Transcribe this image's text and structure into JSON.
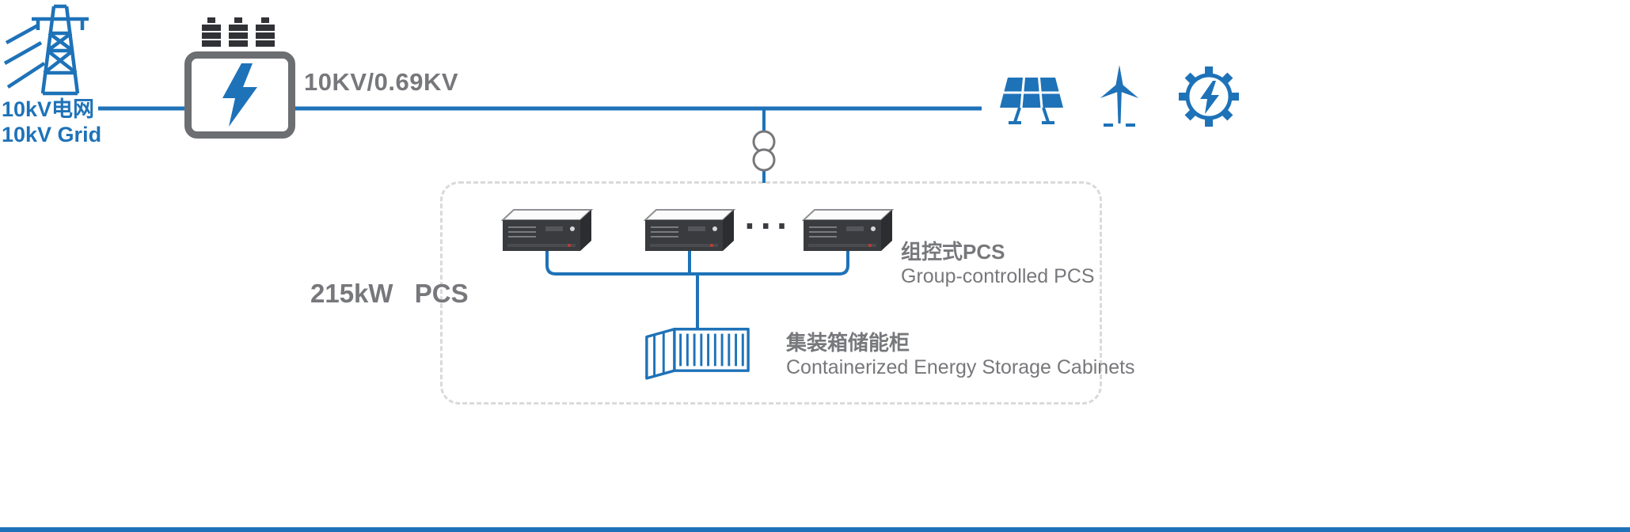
{
  "colors": {
    "blue": "#1E72B8",
    "gray_text": "#77787B",
    "dark": "#3A3B3F",
    "transformer_gray": "#6D6E71",
    "dashed_border": "#DADADB"
  },
  "grid": {
    "label_cn": "10kV电网",
    "label_en": "10kV Grid"
  },
  "transformer": {
    "ratio": "10KV/0.69KV"
  },
  "pcs": {
    "power_label": "215kW PCS",
    "ellipsis": "···",
    "group_label_cn": "组控式PCS",
    "group_label_en": "Group-controlled PCS"
  },
  "storage": {
    "label_cn": "集装箱储能柜",
    "label_en": "Containerized Energy Storage Cabinets"
  },
  "icons": {
    "grid": "transmission-tower-icon",
    "transformer": "transformer-icon",
    "solar": "solar-panel-icon",
    "wind": "wind-turbine-icon",
    "generator": "generator-gear-icon",
    "breaker": "transformer-symbol-icon",
    "pcs_unit": "pcs-unit-icon",
    "container": "storage-container-icon"
  }
}
